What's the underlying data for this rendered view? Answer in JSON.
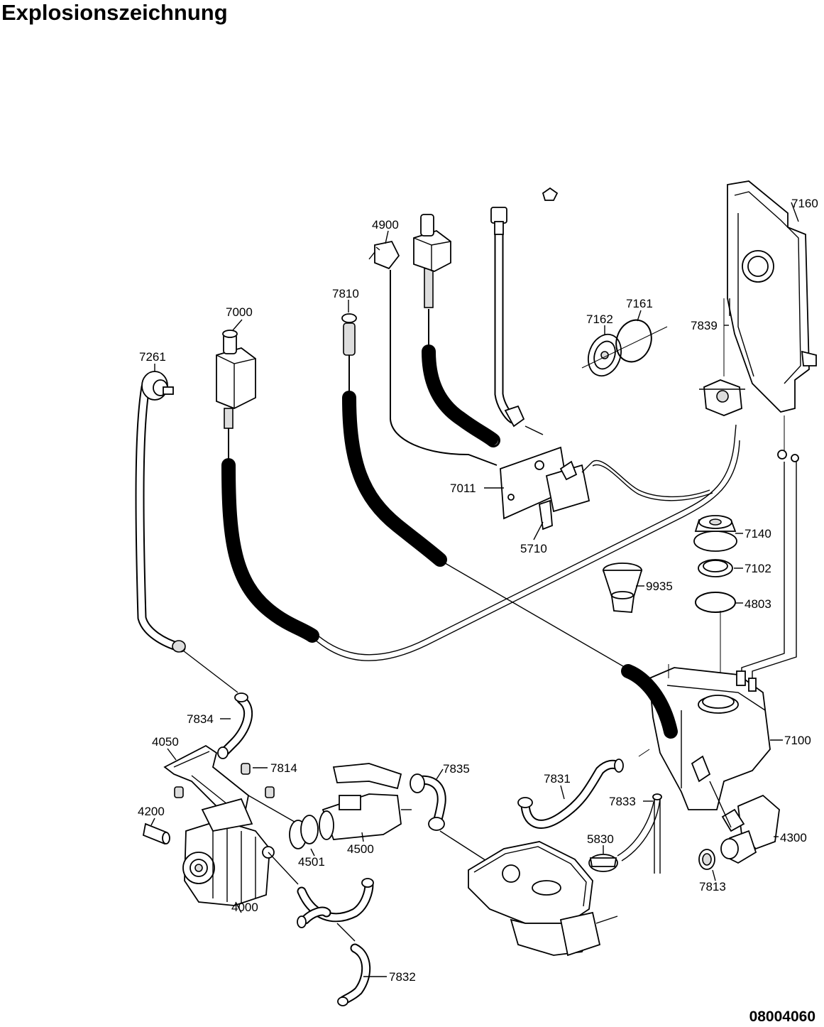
{
  "title": "Explosionszeichnung",
  "document_number": "08004060",
  "parts": {
    "p7261": "7261",
    "p7000": "7000",
    "p7810": "7810",
    "p4900": "4900",
    "p7162": "7162",
    "p7161": "7161",
    "p7839": "7839",
    "p7160": "7160",
    "p7011": "7011",
    "p5710": "5710",
    "p7140": "7140",
    "p7102": "7102",
    "p9935": "9935",
    "p4803": "4803",
    "p7100": "7100",
    "p7834": "7834",
    "p4050": "4050",
    "p7814": "7814",
    "p7835": "7835",
    "p7831": "7831",
    "p7833": "7833",
    "p4200": "4200",
    "p4501": "4501",
    "p4500": "4500",
    "p5830": "5830",
    "p4300": "4300",
    "p4000": "4000",
    "p7813": "7813",
    "p7832": "7832"
  }
}
